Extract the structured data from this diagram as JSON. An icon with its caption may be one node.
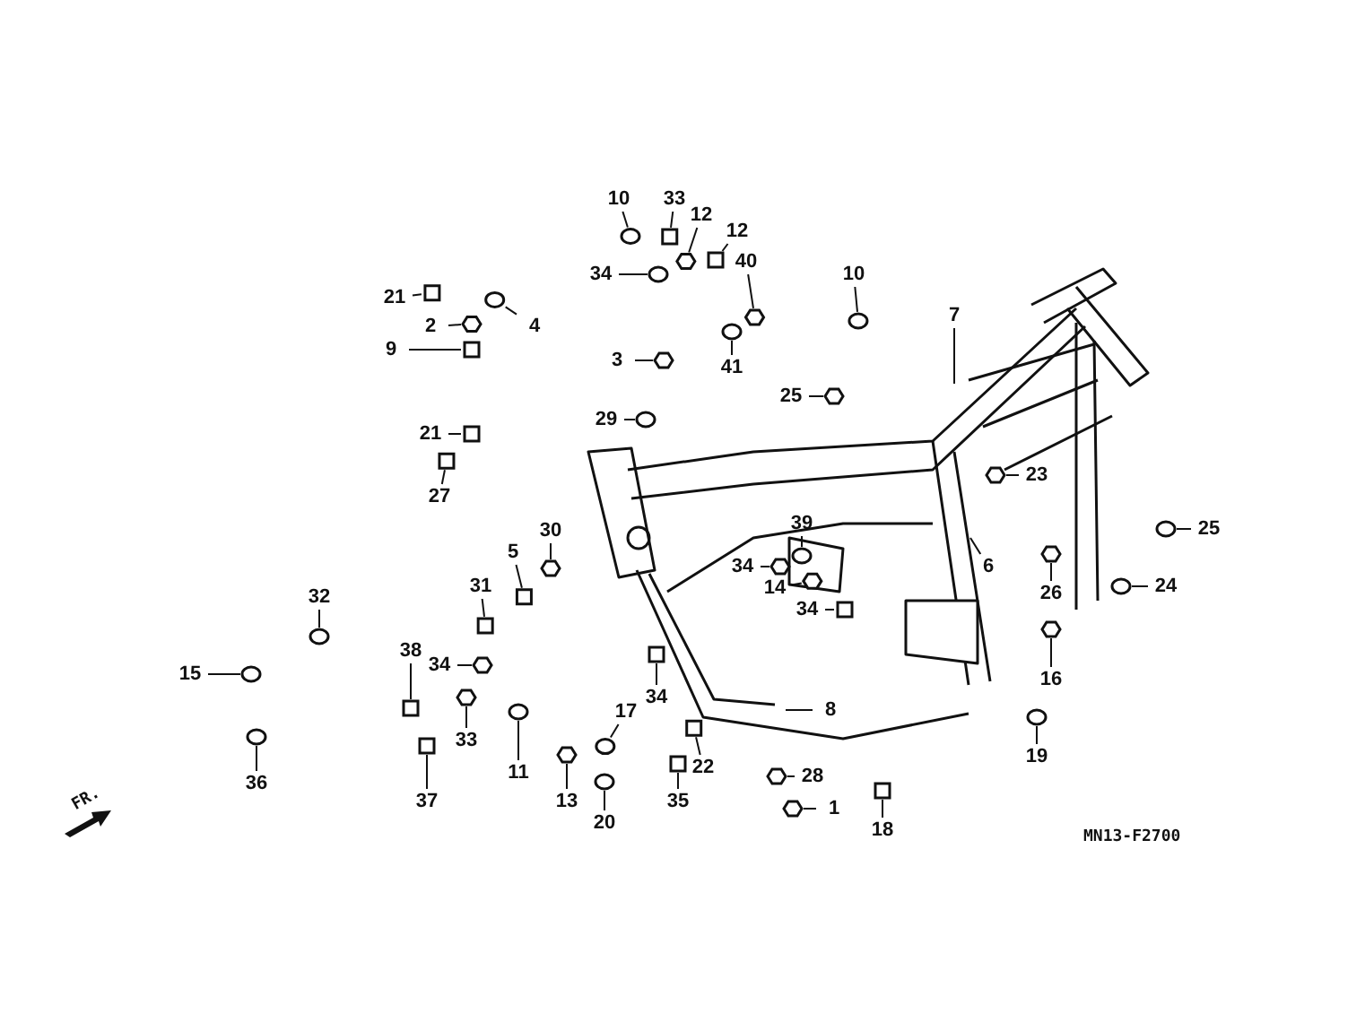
{
  "diagram": {
    "nodes": [
      {
        "text": [
          "10"
        ]
      },
      {
        "text": [
          "33"
        ]
      },
      {
        "text": [
          "12"
        ]
      },
      {
        "text": [
          "34"
        ]
      },
      {
        "text": [
          "12"
        ]
      },
      {
        "text": [
          "40"
        ]
      },
      {
        "text": [
          "10"
        ]
      },
      {
        "text": [
          "21"
        ]
      },
      {
        "text": [
          "2"
        ]
      },
      {
        "text": [
          "4"
        ]
      },
      {
        "text": [
          "9"
        ]
      },
      {
        "text": [
          "3"
        ]
      },
      {
        "text": [
          "41"
        ]
      },
      {
        "text": [
          "7"
        ]
      },
      {
        "text": [
          "25"
        ]
      },
      {
        "text": [
          "29"
        ]
      },
      {
        "text": [
          "21"
        ]
      },
      {
        "text": [
          "23"
        ]
      },
      {
        "text": [
          "25"
        ]
      },
      {
        "text": [
          "27"
        ]
      },
      {
        "text": [
          "30"
        ]
      },
      {
        "text": [
          "39"
        ]
      },
      {
        "text": [
          "5"
        ]
      },
      {
        "text": [
          "34"
        ]
      },
      {
        "text": [
          "6"
        ]
      },
      {
        "text": [
          "31"
        ]
      },
      {
        "text": [
          "14"
        ]
      },
      {
        "text": [
          "32"
        ]
      },
      {
        "text": [
          "34"
        ]
      },
      {
        "text": [
          "26"
        ]
      },
      {
        "text": [
          "24"
        ]
      },
      {
        "text": [
          "38"
        ]
      },
      {
        "text": [
          "34"
        ]
      },
      {
        "text": [
          "15"
        ]
      },
      {
        "text": [
          "34"
        ]
      },
      {
        "text": [
          "16"
        ]
      },
      {
        "text": [
          "17"
        ]
      },
      {
        "text": [
          "8"
        ]
      },
      {
        "text": [
          "33"
        ]
      },
      {
        "text": [
          "11"
        ]
      },
      {
        "text": [
          "22"
        ]
      },
      {
        "text": [
          "28"
        ]
      },
      {
        "text": [
          "36"
        ]
      },
      {
        "text": [
          "37"
        ]
      },
      {
        "text": [
          "13"
        ]
      },
      {
        "text": [
          "19"
        ]
      },
      {
        "text": [
          "35"
        ]
      },
      {
        "text": [
          "1"
        ]
      },
      {
        "text": [
          "20"
        ]
      },
      {
        "text": [
          "18"
        ]
      },
      {
        "text": [],
        "shape": "circle"
      },
      {
        "text": [],
        "shape": "box"
      },
      {
        "text": [],
        "shape": "hexagon"
      },
      {
        "text": [],
        "shape": "circle"
      },
      {
        "text": [],
        "shape": "box"
      },
      {
        "text": [],
        "shape": "hexagon"
      },
      {
        "text": [],
        "shape": "circle"
      },
      {
        "text": [],
        "shape": "box"
      },
      {
        "text": [],
        "shape": "hexagon"
      },
      {
        "text": [],
        "shape": "circle"
      },
      {
        "text": [],
        "shape": "box"
      },
      {
        "text": [],
        "shape": "hexagon"
      },
      {
        "text": [],
        "shape": "circle"
      },
      {
        "text": [],
        "shape": "hexagon"
      },
      {
        "text": [],
        "shape": "circle"
      },
      {
        "text": [],
        "shape": "box"
      },
      {
        "text": [],
        "shape": "hexagon"
      },
      {
        "text": [],
        "shape": "circle"
      },
      {
        "text": [],
        "shape": "box"
      },
      {
        "text": [],
        "shape": "hexagon"
      },
      {
        "text": [],
        "shape": "circle"
      },
      {
        "text": [],
        "shape": "box"
      },
      {
        "text": [],
        "shape": "hexagon"
      },
      {
        "text": [],
        "shape": "box"
      },
      {
        "text": [],
        "shape": "hexagon"
      },
      {
        "text": [],
        "shape": "circle"
      },
      {
        "text": [],
        "shape": "box"
      },
      {
        "text": [],
        "shape": "hexagon"
      },
      {
        "text": [],
        "shape": "circle"
      },
      {
        "text": [],
        "shape": "box"
      },
      {
        "text": [],
        "shape": "hexagon"
      },
      {
        "text": [],
        "shape": "circle"
      },
      {
        "text": [],
        "shape": "box"
      },
      {
        "text": [],
        "shape": "hexagon"
      },
      {
        "text": [],
        "shape": "circle"
      },
      {
        "text": [],
        "shape": "hexagon"
      },
      {
        "text": [],
        "shape": "circle"
      },
      {
        "text": [],
        "shape": "box"
      },
      {
        "text": [],
        "shape": "hexagon"
      },
      {
        "text": [],
        "shape": "circle"
      },
      {
        "text": [],
        "shape": "box"
      },
      {
        "text": [],
        "shape": "hexagon"
      },
      {
        "text": [],
        "shape": "circle"
      },
      {
        "text": [],
        "shape": "box"
      },
      {
        "text": [],
        "shape": "hexagon"
      },
      {
        "text": [],
        "shape": "circle"
      },
      {
        "text": [],
        "shape": "box"
      }
    ],
    "edges": [
      {
        "from": 0,
        "to": 50,
        "arrow": "none"
      },
      {
        "from": 1,
        "to": 51,
        "arrow": "none"
      },
      {
        "from": 2,
        "to": 52,
        "arrow": "none"
      },
      {
        "from": 3,
        "to": 53,
        "arrow": "none"
      },
      {
        "from": 4,
        "to": 54,
        "arrow": "none"
      },
      {
        "from": 5,
        "to": 55,
        "arrow": "none"
      },
      {
        "from": 6,
        "to": 56,
        "arrow": "none"
      },
      {
        "from": 7,
        "to": 57,
        "arrow": "none"
      },
      {
        "from": 8,
        "to": 58,
        "arrow": "none"
      },
      {
        "from": 9,
        "to": 59,
        "arrow": "none"
      },
      {
        "from": 10,
        "to": 60,
        "arrow": "none"
      },
      {
        "from": 11,
        "to": 61,
        "arrow": "none"
      },
      {
        "from": 12,
        "to": 62,
        "arrow": "none"
      },
      {
        "from": 13,
        "to": null,
        "arrow": "none"
      },
      {
        "from": 14,
        "to": 63,
        "arrow": "none"
      },
      {
        "from": 15,
        "to": 64,
        "arrow": "none"
      },
      {
        "from": 16,
        "to": 65,
        "arrow": "none"
      },
      {
        "from": 17,
        "to": 66,
        "arrow": "none"
      },
      {
        "from": 18,
        "to": 67,
        "arrow": "none"
      },
      {
        "from": 19,
        "to": 68,
        "arrow": "none"
      },
      {
        "from": 20,
        "to": 69,
        "arrow": "none"
      },
      {
        "from": 21,
        "to": 70,
        "arrow": "none"
      },
      {
        "from": 22,
        "to": 71,
        "arrow": "none"
      },
      {
        "from": 23,
        "to": 72,
        "arrow": "none"
      },
      {
        "from": 24,
        "to": null,
        "arrow": "none"
      },
      {
        "from": 25,
        "to": 73,
        "arrow": "none"
      },
      {
        "from": 26,
        "to": 74,
        "arrow": "none"
      },
      {
        "from": 27,
        "to": 75,
        "arrow": "none"
      },
      {
        "from": 28,
        "to": 76,
        "arrow": "none"
      },
      {
        "from": 29,
        "to": 77,
        "arrow": "none"
      },
      {
        "from": 30,
        "to": 78,
        "arrow": "none"
      },
      {
        "from": 31,
        "to": 79,
        "arrow": "none"
      },
      {
        "from": 32,
        "to": 80,
        "arrow": "none"
      },
      {
        "from": 33,
        "to": 81,
        "arrow": "none"
      },
      {
        "from": 34,
        "to": 82,
        "arrow": "none"
      },
      {
        "from": 35,
        "to": 83,
        "arrow": "none"
      },
      {
        "from": 36,
        "to": 84,
        "arrow": "none"
      },
      {
        "from": 37,
        "to": null,
        "arrow": "none"
      },
      {
        "from": 38,
        "to": 85,
        "arrow": "none"
      },
      {
        "from": 39,
        "to": 86,
        "arrow": "none"
      },
      {
        "from": 40,
        "to": 87,
        "arrow": "none"
      },
      {
        "from": 41,
        "to": 88,
        "arrow": "none"
      },
      {
        "from": 42,
        "to": 89,
        "arrow": "none"
      },
      {
        "from": 43,
        "to": 90,
        "arrow": "none"
      },
      {
        "from": 44,
        "to": 91,
        "arrow": "none"
      },
      {
        "from": 45,
        "to": 92,
        "arrow": "none"
      },
      {
        "from": 46,
        "to": 93,
        "arrow": "none"
      },
      {
        "from": 47,
        "to": 94,
        "arrow": "none"
      },
      {
        "from": 48,
        "to": 95,
        "arrow": "none"
      },
      {
        "from": 49,
        "to": 96,
        "arrow": "none"
      }
    ],
    "labels": [
      "FR.",
      "MN13-F2700"
    ]
  }
}
